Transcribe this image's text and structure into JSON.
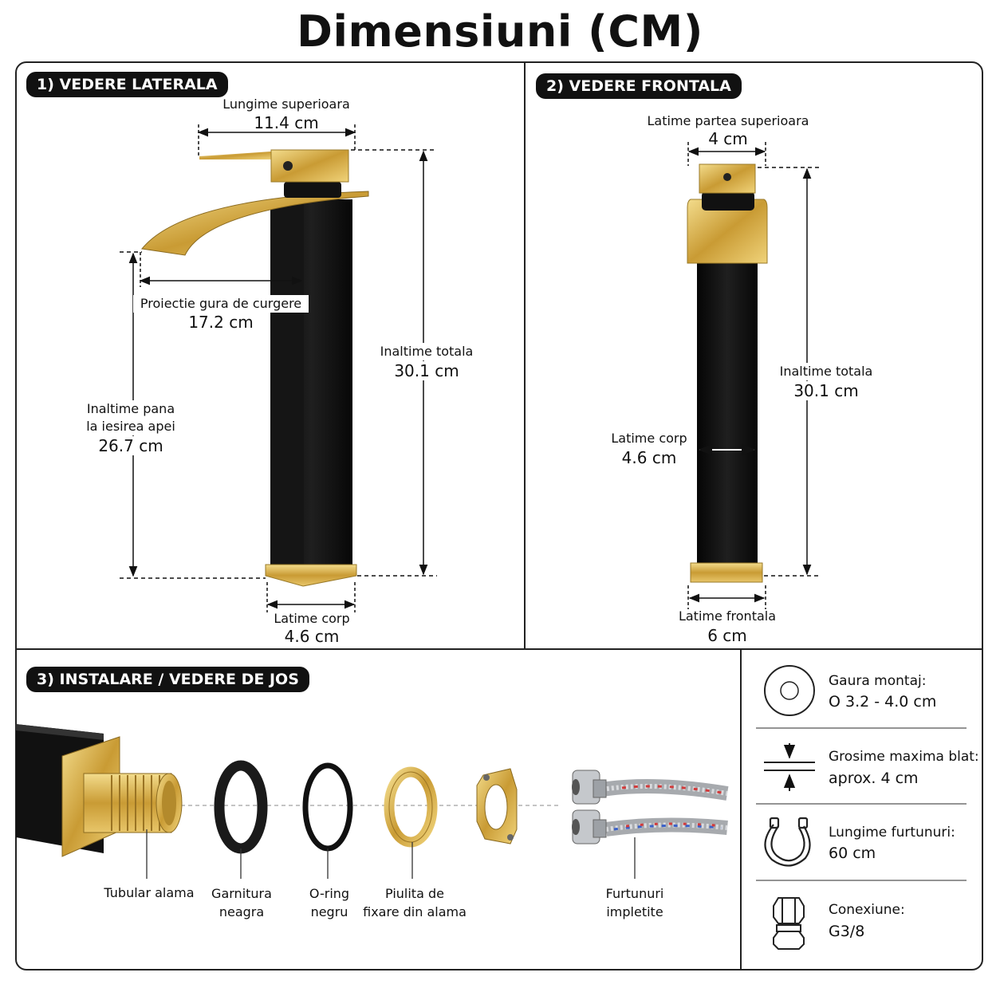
{
  "title": "Dimensiuni (CM)",
  "colors": {
    "gold": "#d4ae4a",
    "black": "#111111",
    "line": "#222222"
  },
  "side_view": {
    "header": "1) VEDERE LATERALA",
    "top_length_label": "Lungime superioara",
    "top_length_value": "11.4 cm",
    "spout_label": "Proiectie gura de curgere",
    "spout_value": "17.2 cm",
    "total_height_label": "Inaltime totala",
    "total_height_value": "30.1 cm",
    "outlet_height_label_1": "Inaltime pana",
    "outlet_height_label_2": "la iesirea apei",
    "outlet_height_value": "26.7 cm",
    "body_width_label": "Latime corp",
    "body_width_value": "4.6 cm"
  },
  "front_view": {
    "header": "2) VEDERE FRONTALA",
    "top_width_label": "Latime partea superioara",
    "top_width_value": "4 cm",
    "total_height_label": "Inaltime totala",
    "total_height_value": "30.1 cm",
    "body_width_label": "Latime corp",
    "body_width_value": "4.6 cm",
    "front_width_label": "Latime frontala",
    "front_width_value": "6 cm"
  },
  "install": {
    "header": "3) INSTALARE / VEDERE DE JOS",
    "parts": [
      {
        "line1": "Tubular alama",
        "line2": ""
      },
      {
        "line1": "Garnitura",
        "line2": "neagra"
      },
      {
        "line1": "O-ring",
        "line2": "negru"
      },
      {
        "line1": "Piulita de",
        "line2": "fixare din alama"
      },
      {
        "line1": "Furtunuri",
        "line2": "impletite"
      }
    ]
  },
  "info": [
    {
      "icon": "mounting-hole-icon",
      "label": "Gaura montaj:",
      "value": "O 3.2 - 4.0 cm"
    },
    {
      "icon": "countertop-thickness-icon",
      "label": "Grosime maxima blat:",
      "value": "aprox. 4 cm"
    },
    {
      "icon": "hose-icon",
      "label": "Lungime furtunuri:",
      "value": "60 cm"
    },
    {
      "icon": "connector-icon",
      "label": "Conexiune:",
      "value": "G3/8"
    }
  ]
}
